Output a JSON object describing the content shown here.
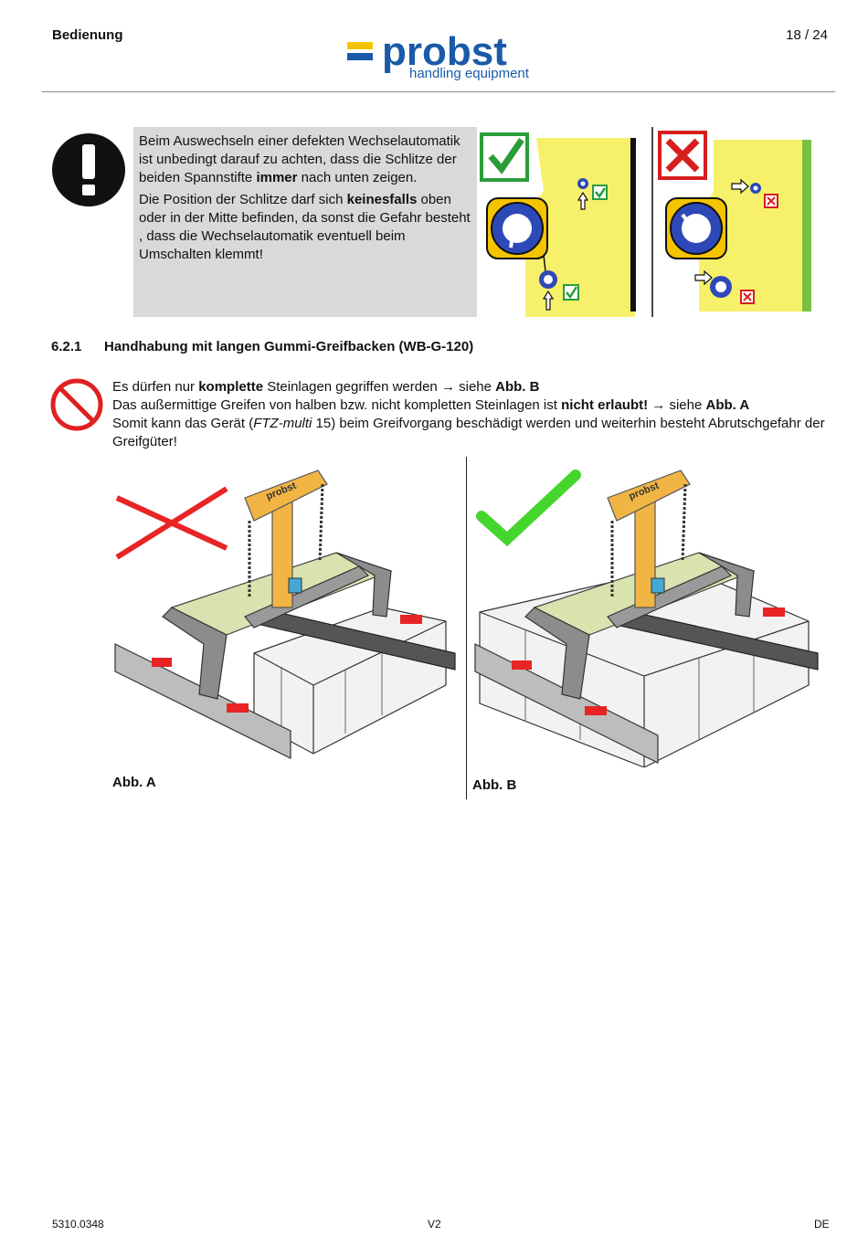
{
  "header": {
    "section": "Bedienung",
    "page": "18 / 24",
    "logo_word": "probst",
    "logo_sub": "handling equipment",
    "brand_blue": "#1a5aa8",
    "brand_yellow": "#f5c400"
  },
  "warning": {
    "p1_a": "Beim Auswechseln einer defekten Wechselautomatik ist unbedingt darauf zu achten, dass die Schlitze der beiden Spannstifte ",
    "p1_b": "immer",
    "p1_c": " nach unten zeigen.",
    "p2_a": "Die Position der Schlitze darf sich ",
    "p2_b": "keinesfalls",
    "p2_c": " oben oder in der Mitte befinden, da sonst die Gefahr besteht , dass die Wechselautomatik eventuell beim Umschalten klemmt!"
  },
  "section": {
    "number": "6.2.1",
    "title": "Handhabung  mit langen Gummi-Greifbacken (WB-G-120)"
  },
  "body": {
    "l1_a": "Es dürfen nur ",
    "l1_b": "komplette",
    "l1_c": " Steinlagen gegriffen werden → siehe ",
    "l1_d": "Abb. B",
    "l2_a": "Das außermittige Greifen von halben bzw. nicht kompletten Steinlagen ist ",
    "l2_b": "nicht erlaubt!",
    "l2_c": " → siehe ",
    "l2_d": "Abb. A",
    "l3_a": "Somit kann das Gerät (",
    "l3_b": "FTZ-multi",
    "l3_c": " 15) beim Greifvorgang beschädigt werden und weiterhin besteht Abrutschgefahr der Greifgüter!"
  },
  "figures": {
    "caption_a": "Abb. A",
    "caption_b": "Abb. B",
    "device_label": "probst"
  },
  "footer": {
    "left": "5310.0348",
    "center": "V2",
    "right": "DE"
  }
}
